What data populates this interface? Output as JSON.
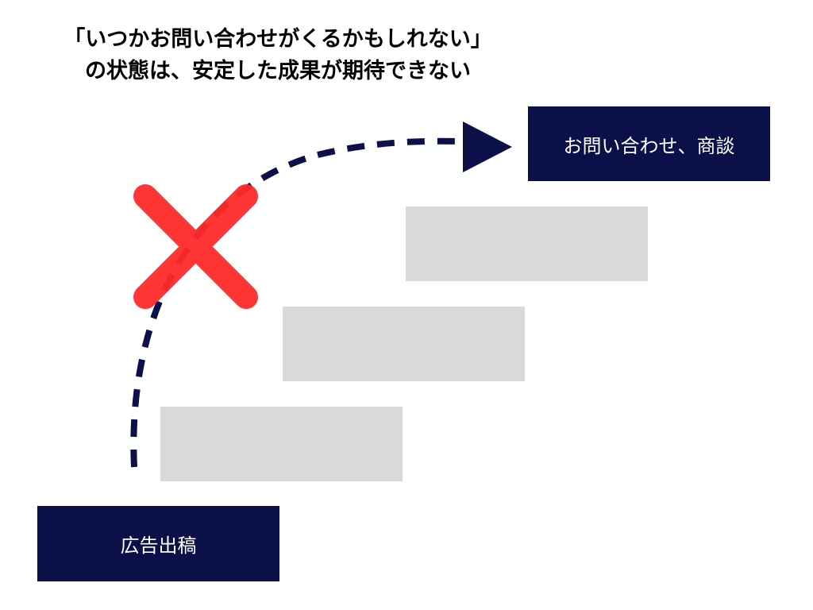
{
  "title": {
    "line1": "「いつかお問い合わせがくるかもしれない」",
    "line2": "の状態は、安定した成果が期待できない"
  },
  "start_box": {
    "label": "広告出稿"
  },
  "end_box": {
    "label": "お問い合わせ、商談"
  },
  "steps": [
    {
      "label": ""
    },
    {
      "label": ""
    },
    {
      "label": ""
    }
  ],
  "colors": {
    "navy": "#0b1148",
    "step_gray": "#d9d9d9",
    "cross_red": "#ff2a2a"
  },
  "icons": {
    "cross": "cross-mark-icon",
    "arrow": "arrowhead-icon"
  }
}
